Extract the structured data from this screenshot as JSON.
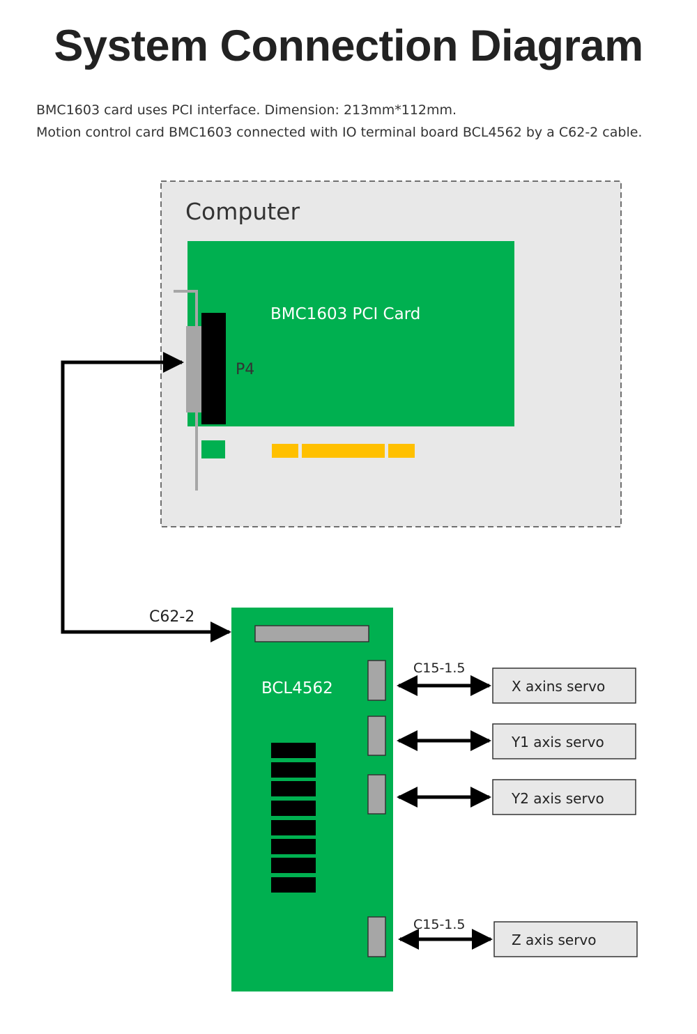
{
  "title": "System Connection Diagram",
  "description": [
    "BMC1603 card uses PCI interface. Dimension: 213mm*112mm.",
    "Motion control card BMC1603 connected with IO terminal board BCL4562 by a C62-2 cable."
  ],
  "computer": {
    "label": "Computer"
  },
  "pci_card": {
    "label": "BMC1603 PCI Card",
    "connector": "P4"
  },
  "main_cable": {
    "label": "C62-2"
  },
  "terminal_board": {
    "label": "BCL4562"
  },
  "servos": [
    {
      "cable": "C15-1.5",
      "label": "X axins servo"
    },
    {
      "cable": "",
      "label": "Y1 axis servo"
    },
    {
      "cable": "",
      "label": "Y2 axis servo"
    },
    {
      "cable": "C15-1.5",
      "label": "Z axis servo"
    }
  ],
  "colors": {
    "board_green": "#00b050",
    "computer_bg": "#e8e8e8",
    "gold_fingers": "#ffc000",
    "connector_gray": "#a6a6a6",
    "servo_box": "#e8e8e8"
  }
}
